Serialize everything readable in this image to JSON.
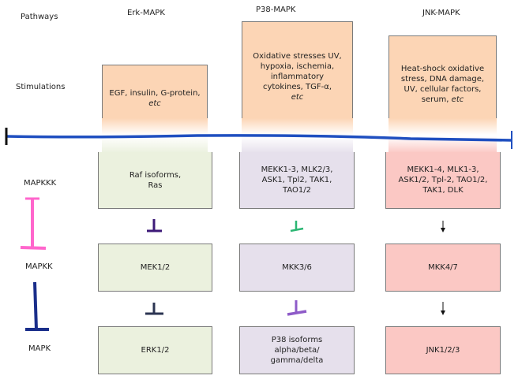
{
  "rows": {
    "pathways": "Pathways",
    "stimulations": "Stimulations",
    "mapkkk": "MAPKKK",
    "mapkk": "MAPKK",
    "mapk": "MAPK"
  },
  "columns": {
    "erk": {
      "title": "Erk-MAPK",
      "stim_main": "EGF, insulin, G-protein, ",
      "stim_em": "etc",
      "mapkkk": "Raf isoforms, Ras",
      "mapkk": "MEK1/2",
      "mapk": "ERK1/2"
    },
    "p38": {
      "title": "P38-MAPK",
      "stim_main": "Oxidative stresses UV, hypoxia, ischemia, inflammatory cytokines, TGF-α,",
      "stim_em": "etc",
      "mapkkk": "MEKK1-3, MLK2/3, ASK1, Tpl2, TAK1, TAO1/2",
      "mapkk": "MKK3/6",
      "mapk": "P38 isoforms alpha/beta/ gamma/delta"
    },
    "jnk": {
      "title": "JNK-MAPK",
      "stim_main": "Heat-shock oxidative stress, DNA damage, UV, cellular factors, serum, ",
      "stim_em": "etc",
      "mapkkk": "MEKK1-4, MLK1-3, ASK1/2, Tpl-2, TAO1/2, TAK1, DLK",
      "mapkk": "MKK4/7",
      "mapk": "JNK1/2/3"
    }
  },
  "colors": {
    "stimulation": "#fcd5b5",
    "erk": "#ebf1de",
    "p38": "#e6e0ec",
    "jnk": "#fbc8c4",
    "membrane_line": "#1f4fc0",
    "pink_bar": "#ff66cc",
    "navy_bar": "#1a2e8a",
    "erk_arrow_1": "#3d1a78",
    "erk_arrow_2": "#2b3452",
    "p38_arrow_1": "#2bb673",
    "p38_arrow_2": "#8e5bc8",
    "jnk_arrow": "#111111"
  }
}
